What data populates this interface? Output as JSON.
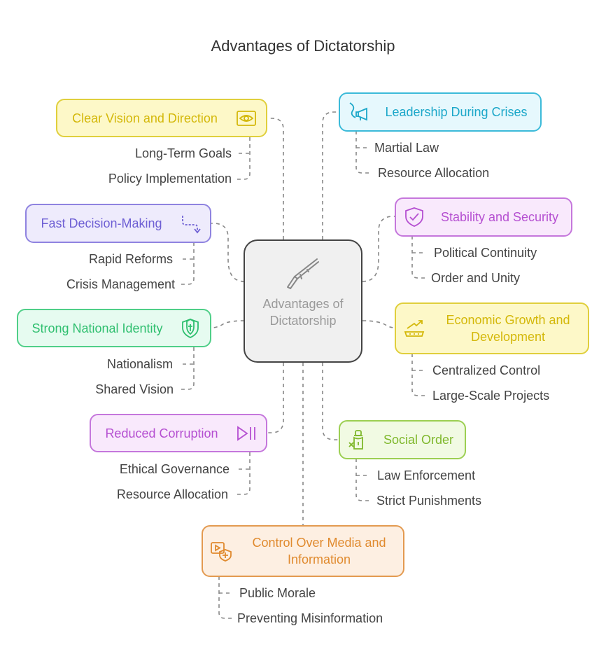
{
  "title": "Advantages of Dictatorship",
  "center": {
    "label": "Advantages of Dictatorship",
    "icon": "rifle-icon"
  },
  "nodes": [
    {
      "id": "clear-vision",
      "label": "Clear Vision and Direction",
      "icon": "eye-money-icon",
      "color": "#d4b80a",
      "items": [
        "Long-Term Goals",
        "Policy Implementation"
      ]
    },
    {
      "id": "fast-decision",
      "label": "Fast Decision-Making",
      "icon": "route-arrow-icon",
      "color": "#6e5fd4",
      "items": [
        "Rapid Reforms",
        "Crisis Management"
      ]
    },
    {
      "id": "national-identity",
      "label": "Strong National Identity",
      "icon": "shield-cross-icon",
      "color": "#2fbf6f",
      "items": [
        "Nationalism",
        "Shared Vision"
      ]
    },
    {
      "id": "reduced-corruption",
      "label": "Reduced Corruption",
      "icon": "play-pause-icon",
      "color": "#b54fd1",
      "items": [
        "Ethical Governance",
        "Resource Allocation"
      ]
    },
    {
      "id": "media-control",
      "label": "Control Over Media and Information",
      "icon": "media-shield-icon",
      "color": "#e08a2e",
      "items": [
        "Public Morale",
        "Preventing Misinformation"
      ]
    },
    {
      "id": "crisis-leadership",
      "label": "Leadership During Crises",
      "icon": "megaphone-icon",
      "color": "#1ba7c9",
      "items": [
        "Martial Law",
        "Resource Allocation"
      ]
    },
    {
      "id": "stability",
      "label": "Stability and Security",
      "icon": "shield-check-icon",
      "color": "#b54fd1",
      "items": [
        "Political Continuity",
        "Order and Unity"
      ]
    },
    {
      "id": "economic-growth",
      "label": "Economic Growth and Development",
      "icon": "growth-chart-icon",
      "color": "#d4b80a",
      "items": [
        "Centralized Control",
        "Large-Scale Projects"
      ]
    },
    {
      "id": "social-order",
      "label": "Social Order",
      "icon": "police-icon",
      "color": "#7fb82c",
      "items": [
        "Law Enforcement",
        "Strict Punishments"
      ]
    }
  ]
}
